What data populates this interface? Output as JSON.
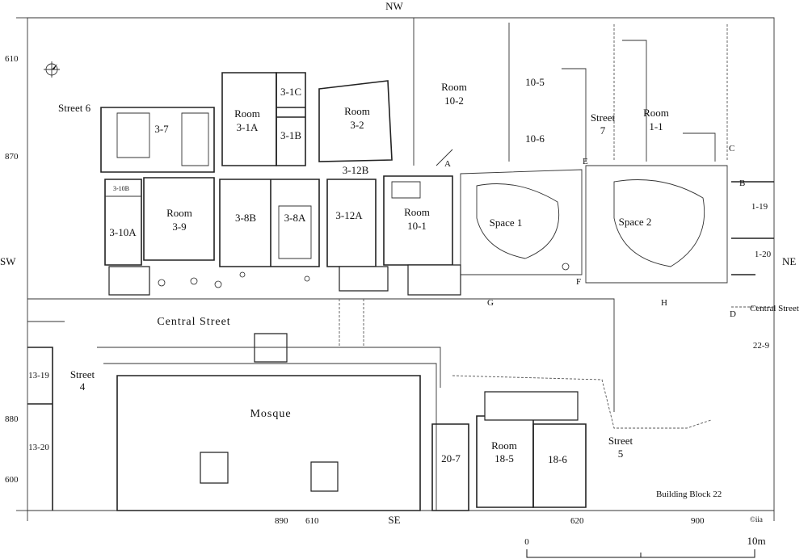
{
  "orientation": {
    "top": "NW",
    "left": "SW",
    "right": "NE",
    "bottom": "SE"
  },
  "grid_ticks": {
    "left": [
      "610",
      "870",
      "880",
      "600"
    ],
    "bottom": [
      "890",
      "610",
      "620",
      "900"
    ]
  },
  "streets": {
    "street6": "Street 6",
    "street7": [
      "Street",
      "7"
    ],
    "street4": [
      "Street",
      "4"
    ],
    "street5": [
      "Street",
      "5"
    ],
    "central": "Central Street",
    "central_right": "Central Street"
  },
  "rooms": {
    "r3_7": "3-7",
    "r3_1a": [
      "Room",
      "3-1A"
    ],
    "r3_1c": "3-1C",
    "r3_1b": "3-1B",
    "r3_2": [
      "Room",
      "3-2"
    ],
    "r10_2": [
      "Room",
      "10-2"
    ],
    "r10_5": "10-5",
    "r10_6": "10-6",
    "r1_1": [
      "Room",
      "1-1"
    ],
    "r3_10b": "3-10B",
    "r3_10a": "3-10A",
    "r3_9": [
      "Room",
      "3-9"
    ],
    "r3_8b": "3-8B",
    "r3_8a": "3-8A",
    "r3_12b": "3-12B",
    "r3_12a": "3-12A",
    "r10_1": [
      "Room",
      "10-1"
    ],
    "r1_19": "1-19",
    "r1_20": "1-20",
    "r22_9": "22-9",
    "r13_19": "13-19",
    "r13_20": "13-20",
    "r20_7": "20-7",
    "r18_5": [
      "Room",
      "18-5"
    ],
    "r18_6": "18-6"
  },
  "spaces": {
    "space1": "Space 1",
    "space2": "Space 2"
  },
  "mosque": "Mosque",
  "section_markers": [
    "A",
    "B",
    "C",
    "D",
    "E",
    "F",
    "G",
    "H"
  ],
  "building_block": "Building Block 22",
  "copyright": "©iia",
  "scale_bar": {
    "start": "0",
    "end": "10m"
  }
}
